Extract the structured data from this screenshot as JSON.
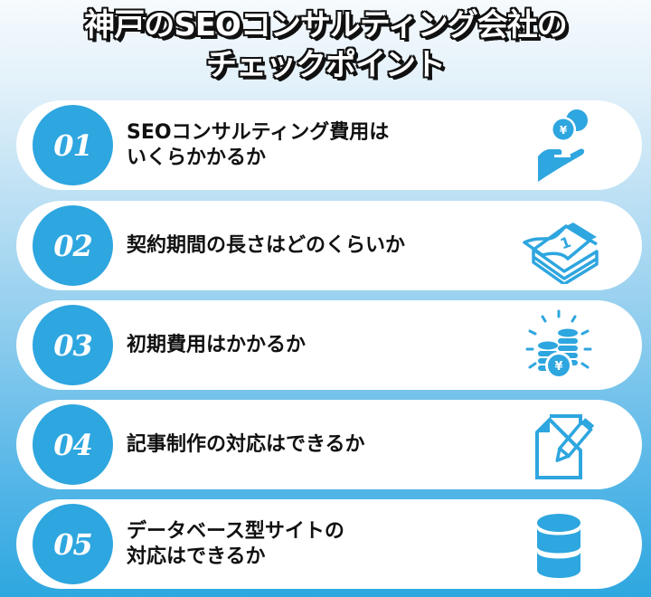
{
  "title": {
    "line1": "神戸のSEOコンサルティング会社の",
    "line2": "チェックポイント"
  },
  "colors": {
    "accent": "#2ea6df",
    "band": "#ffffff",
    "text": "#111111",
    "bg_top": "#f6fafd",
    "bg_bottom": "#2ea7e0"
  },
  "items": [
    {
      "number": "01",
      "line1": "SEOコンサルティング費用は",
      "line2": "いくらかかるか",
      "icon": "hand-yen-coin-icon"
    },
    {
      "number": "02",
      "line1": "契約期間の長さはどのくらいか",
      "line2": "",
      "icon": "calendar-icon"
    },
    {
      "number": "03",
      "line1": "初期費用はかかるか",
      "line2": "",
      "icon": "coin-stacks-yen-icon"
    },
    {
      "number": "04",
      "line1": "記事制作の対応はできるか",
      "line2": "",
      "icon": "document-pencil-icon"
    },
    {
      "number": "05",
      "line1": "データベース型サイトの",
      "line2": "対応はできるか",
      "icon": "database-icon"
    }
  ]
}
